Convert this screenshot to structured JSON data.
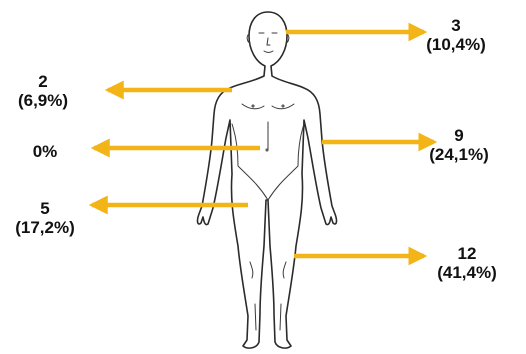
{
  "diagram": {
    "accent_color": "#f2b416",
    "figure": "human-body-front-outline",
    "callouts": [
      {
        "id": "head",
        "side": "right",
        "count": "3",
        "percent": "(10,4%)"
      },
      {
        "id": "chest",
        "side": "left",
        "count": "2",
        "percent": "(6,9%)"
      },
      {
        "id": "abdomen",
        "side": "left",
        "count": "0%",
        "percent": ""
      },
      {
        "id": "arms",
        "side": "right",
        "count": "9",
        "percent": "(24,1%)"
      },
      {
        "id": "pelvis",
        "side": "left",
        "count": "5",
        "percent": "(17,2%)"
      },
      {
        "id": "legs",
        "side": "right",
        "count": "12",
        "percent": "(41,4%)"
      }
    ]
  }
}
